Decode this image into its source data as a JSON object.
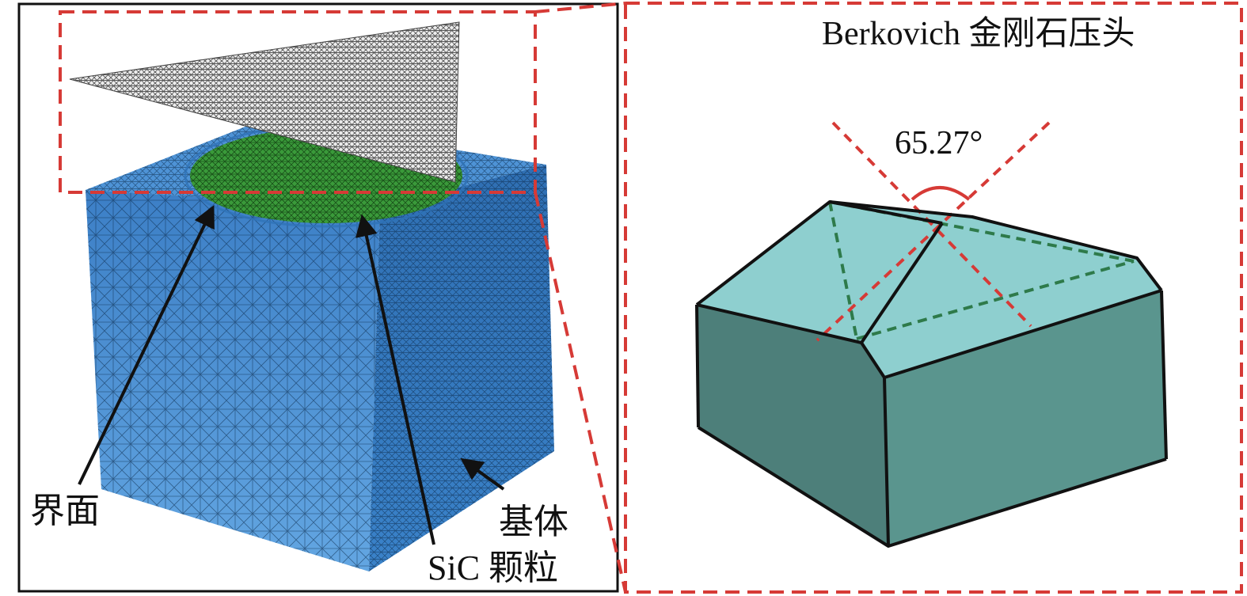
{
  "left_panel": {
    "labels": {
      "interface": "界面",
      "matrix": "基体",
      "particle": "SiC 颗粒"
    },
    "colors": {
      "matrix": "#4a8fd0",
      "particle": "#3a9a3a",
      "indenter_tip": "#d9d9d9",
      "highlight_box": "#d63a36"
    }
  },
  "right_panel": {
    "title": "Berkovich 金刚石压头",
    "angle_label": "65.27°",
    "colors": {
      "top_face": "#8ecfcf",
      "front_left_face": "#4d7f7a",
      "front_right_face": "#5a958e",
      "dashed_axis": "#d63a36",
      "dashed_edges": "#2e7a4a"
    }
  }
}
